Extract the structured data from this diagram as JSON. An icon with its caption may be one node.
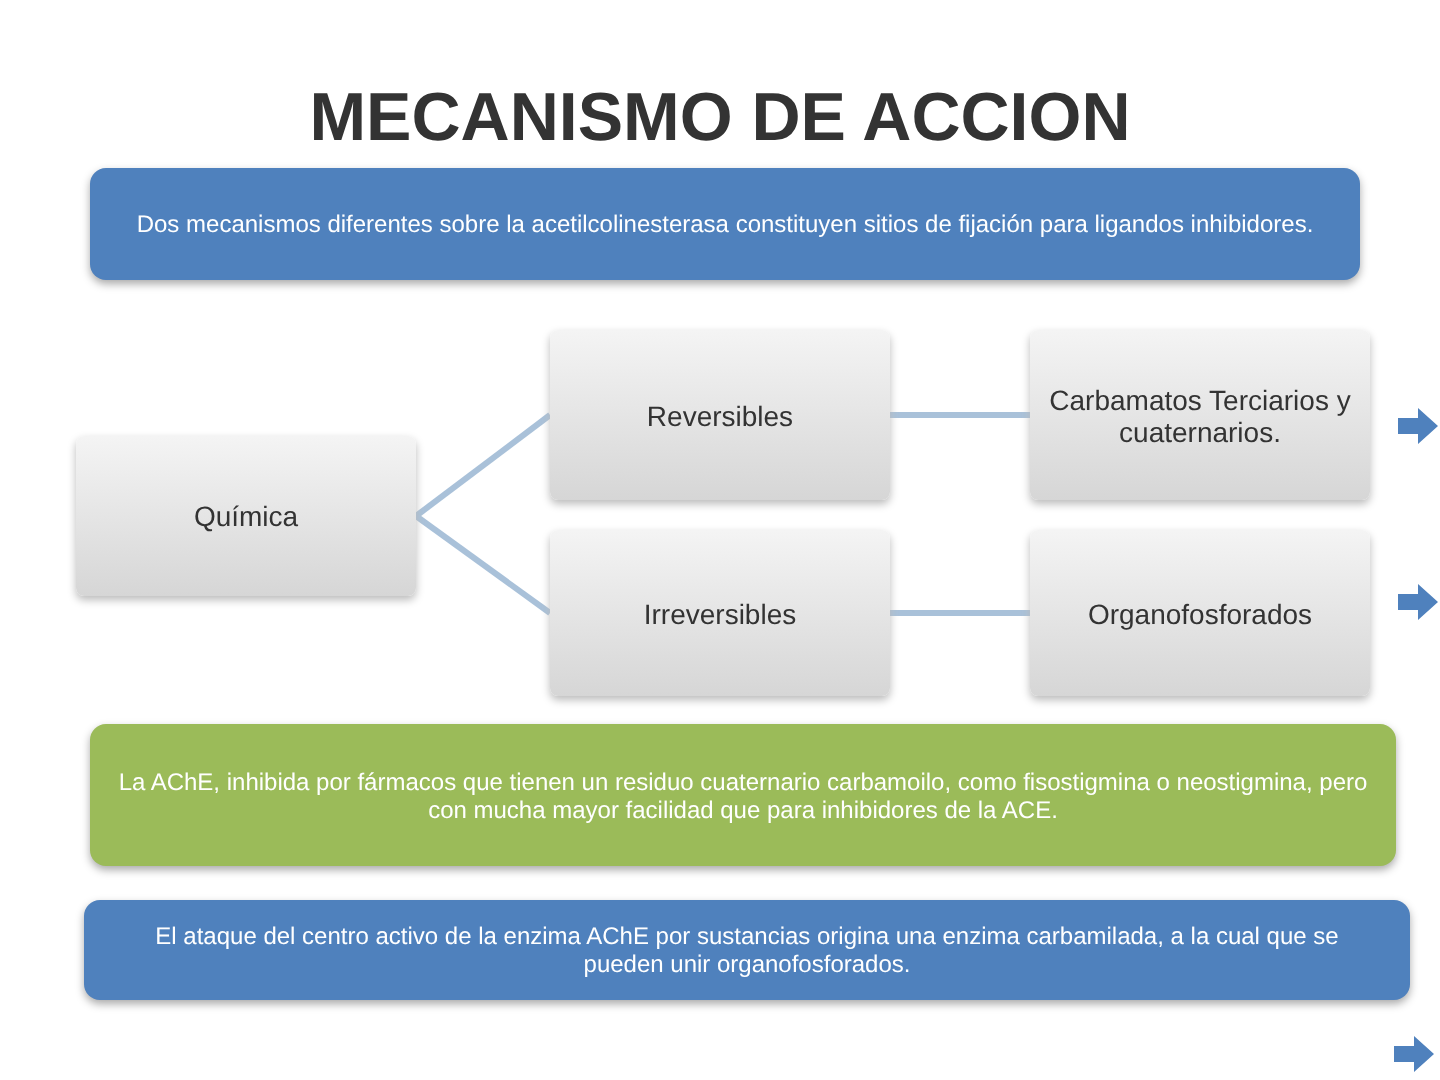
{
  "diagram": {
    "title": "MECANISMO DE ACCION",
    "nodes": [
      {
        "text": [
          "Dos mecanismos diferentes sobre la acetilcolinesterasa constituyen sitios de fijación para ligandos inhibidores."
        ]
      },
      {
        "text": [
          "Química"
        ]
      },
      {
        "text": [
          "Reversibles"
        ]
      },
      {
        "text": [
          "Carbamatos Terciarios y cuaternarios."
        ]
      },
      {
        "text": [
          "Irreversibles"
        ]
      },
      {
        "text": [
          "Organofosforados"
        ]
      },
      {
        "text": [
          "La AChE, inhibida por fármacos que tienen un residuo cuaternario carbamoilo, como fisostigmina o neostigmina, pero con mucha mayor facilidad que para inhibidores de la ACE."
        ]
      },
      {
        "text": [
          "El ataque del centro activo de la enzima AChE por sustancias origina una enzima carbamilada, a la cual que se pueden unir organofosforados."
        ]
      }
    ],
    "edges": [
      {
        "from": 1,
        "to": 2,
        "arrow": "none"
      },
      {
        "from": 1,
        "to": 4,
        "arrow": "none"
      },
      {
        "from": 2,
        "to": 3,
        "arrow": "none"
      },
      {
        "from": 4,
        "to": 5,
        "arrow": "none"
      }
    ]
  }
}
